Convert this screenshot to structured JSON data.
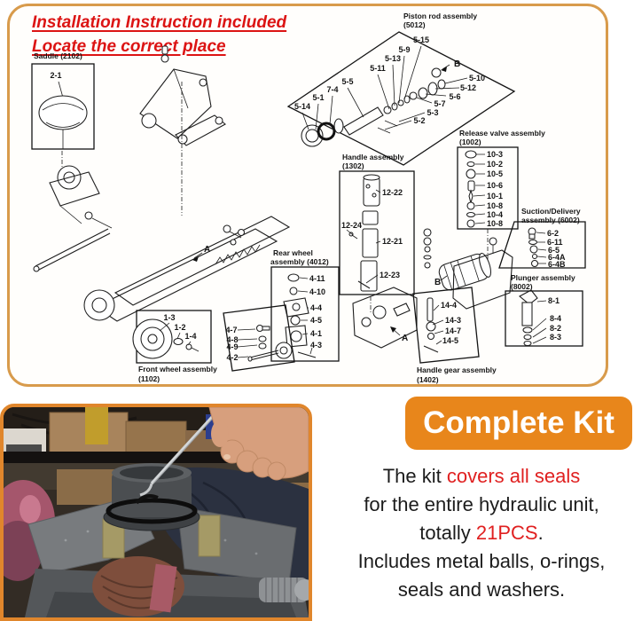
{
  "header": {
    "line1": "Installation Instruction included",
    "line2": "Locate the correct place"
  },
  "diagram": {
    "saddle": {
      "label": "Saddle (2102)",
      "parts": [
        "2-1"
      ]
    },
    "piston": {
      "label1": "Piston rod assembly",
      "label2": "(5012)",
      "parts": [
        "5-15",
        "5-9",
        "5-13",
        "5-11",
        "5-5",
        "7-4",
        "5-1",
        "5-14",
        "5-10",
        "5-12",
        "5-6",
        "5-7",
        "5-3",
        "5-2"
      ]
    },
    "release": {
      "label1": "Release valve assembly",
      "label2": "(1002)",
      "parts": [
        "10-3",
        "10-2",
        "10-5",
        "10-6",
        "10-1",
        "10-8",
        "10-4",
        "10-8"
      ]
    },
    "suction": {
      "label1": "Suction/Delivery",
      "label2": "assembly (6002)",
      "parts": [
        "6-2",
        "6-11",
        "6-5",
        "6-4A",
        "6-4B"
      ]
    },
    "handle": {
      "label1": "Handle assembly",
      "label2": "(1302)",
      "parts": [
        "12-22",
        "12-24",
        "12-21",
        "12-23"
      ]
    },
    "rear": {
      "label1": "Rear wheel",
      "label2": "assembly (4012)",
      "parts": [
        "4-11",
        "4-10",
        "4-4",
        "4-5",
        "4-1",
        "4-3"
      ]
    },
    "axle": {
      "parts": [
        "4-7",
        "4-8",
        "4-9",
        "4-2"
      ]
    },
    "front": {
      "label1": "Front wheel assembly",
      "label2": "(1102)",
      "parts": [
        "1-3",
        "1-2",
        "1-4"
      ]
    },
    "plunger": {
      "label1": "Plunger assembly",
      "label2": "(8002)",
      "parts": [
        "8-1",
        "8-4",
        "8-2",
        "8-3"
      ]
    },
    "gear": {
      "label1": "Handle gear assembly",
      "label2": "(1402)",
      "parts": [
        "14-4",
        "14-3",
        "14-7",
        "14-5"
      ]
    },
    "markers": {
      "a": "A",
      "b": "B"
    }
  },
  "kit": {
    "badge": "Complete Kit",
    "line1": {
      "black": "The kit ",
      "red": "covers all seals"
    },
    "line2": "for the entire hydraulic unit,",
    "line3": {
      "black": "totally ",
      "red": "21PCS",
      "suffix": "."
    },
    "line4": "Includes metal balls, o-rings,",
    "line5": "seals and washers."
  },
  "colors": {
    "badge_orange": "#E8861B",
    "panel_border": "#D89B4C",
    "photo_border": "#E0862C",
    "red_text": "#DC1414"
  }
}
